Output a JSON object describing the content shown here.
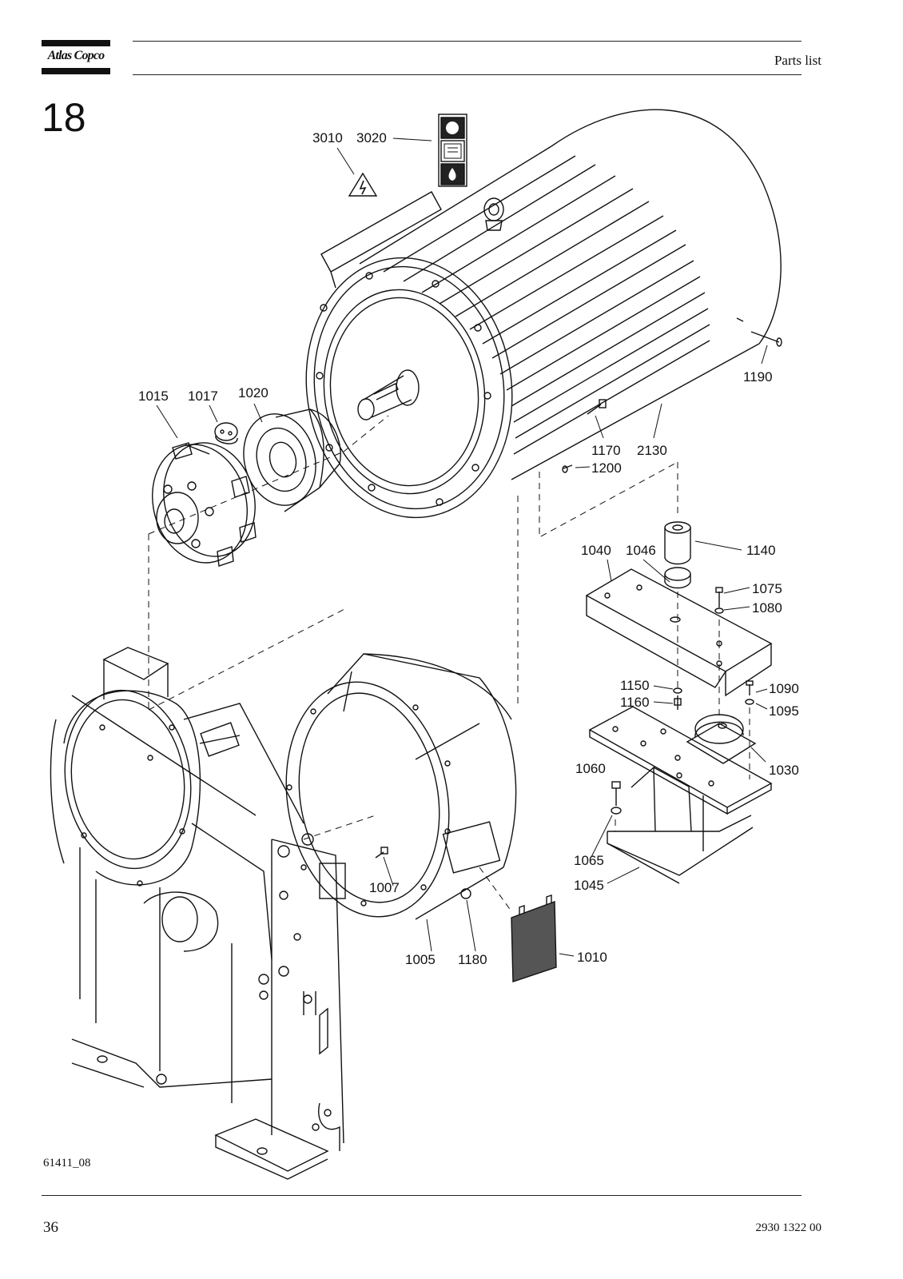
{
  "header": {
    "logo_text": "Atlas Copco",
    "title": "Parts list"
  },
  "section_number": "18",
  "figure_id": "61411_08",
  "callouts": {
    "c3010": "3010",
    "c3020": "3020",
    "c1015": "1015",
    "c1017": "1017",
    "c1020": "1020",
    "c1190": "1190",
    "c1170": "1170",
    "c2130": "2130",
    "c1200": "1200",
    "c1040": "1040",
    "c1046": "1046",
    "c1140": "1140",
    "c1075": "1075",
    "c1080": "1080",
    "c1150": "1150",
    "c1160": "1160",
    "c1090": "1090",
    "c1095": "1095",
    "c1060": "1060",
    "c1030": "1030",
    "c1065": "1065",
    "c1045": "1045",
    "c1007": "1007",
    "c1005": "1005",
    "c1180": "1180",
    "c1010": "1010"
  },
  "footer": {
    "page_number": "36",
    "doc_number": "2930 1322 00"
  }
}
